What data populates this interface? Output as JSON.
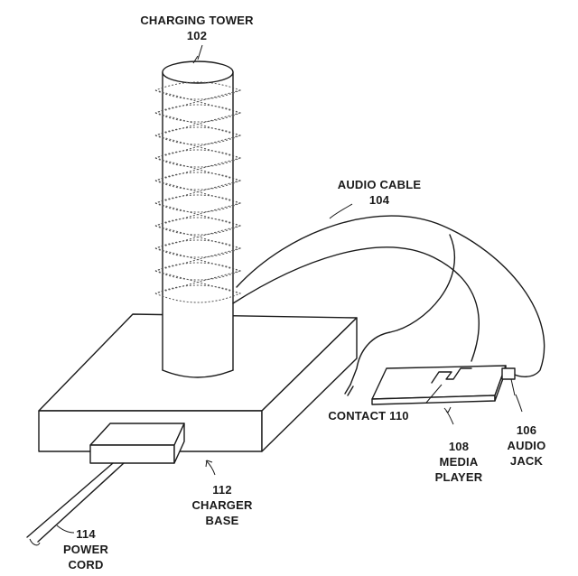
{
  "labels": {
    "charging_tower": {
      "name": "CHARGING TOWER",
      "ref": "102"
    },
    "audio_cable": {
      "name": "AUDIO CABLE",
      "ref": "104"
    },
    "contact": {
      "name": "CONTACT 110"
    },
    "media_player": {
      "ref": "108",
      "line1": "MEDIA",
      "line2": "PLAYER"
    },
    "audio_jack": {
      "ref": "106",
      "line1": "AUDIO",
      "line2": "JACK"
    },
    "charger_base": {
      "ref": "112",
      "line1": "CHARGER",
      "line2": "BASE"
    },
    "power_cord": {
      "ref": "114",
      "line1": "POWER",
      "line2": "CORD"
    }
  },
  "colors": {
    "line": "#1a1a1a",
    "background": "#ffffff"
  }
}
